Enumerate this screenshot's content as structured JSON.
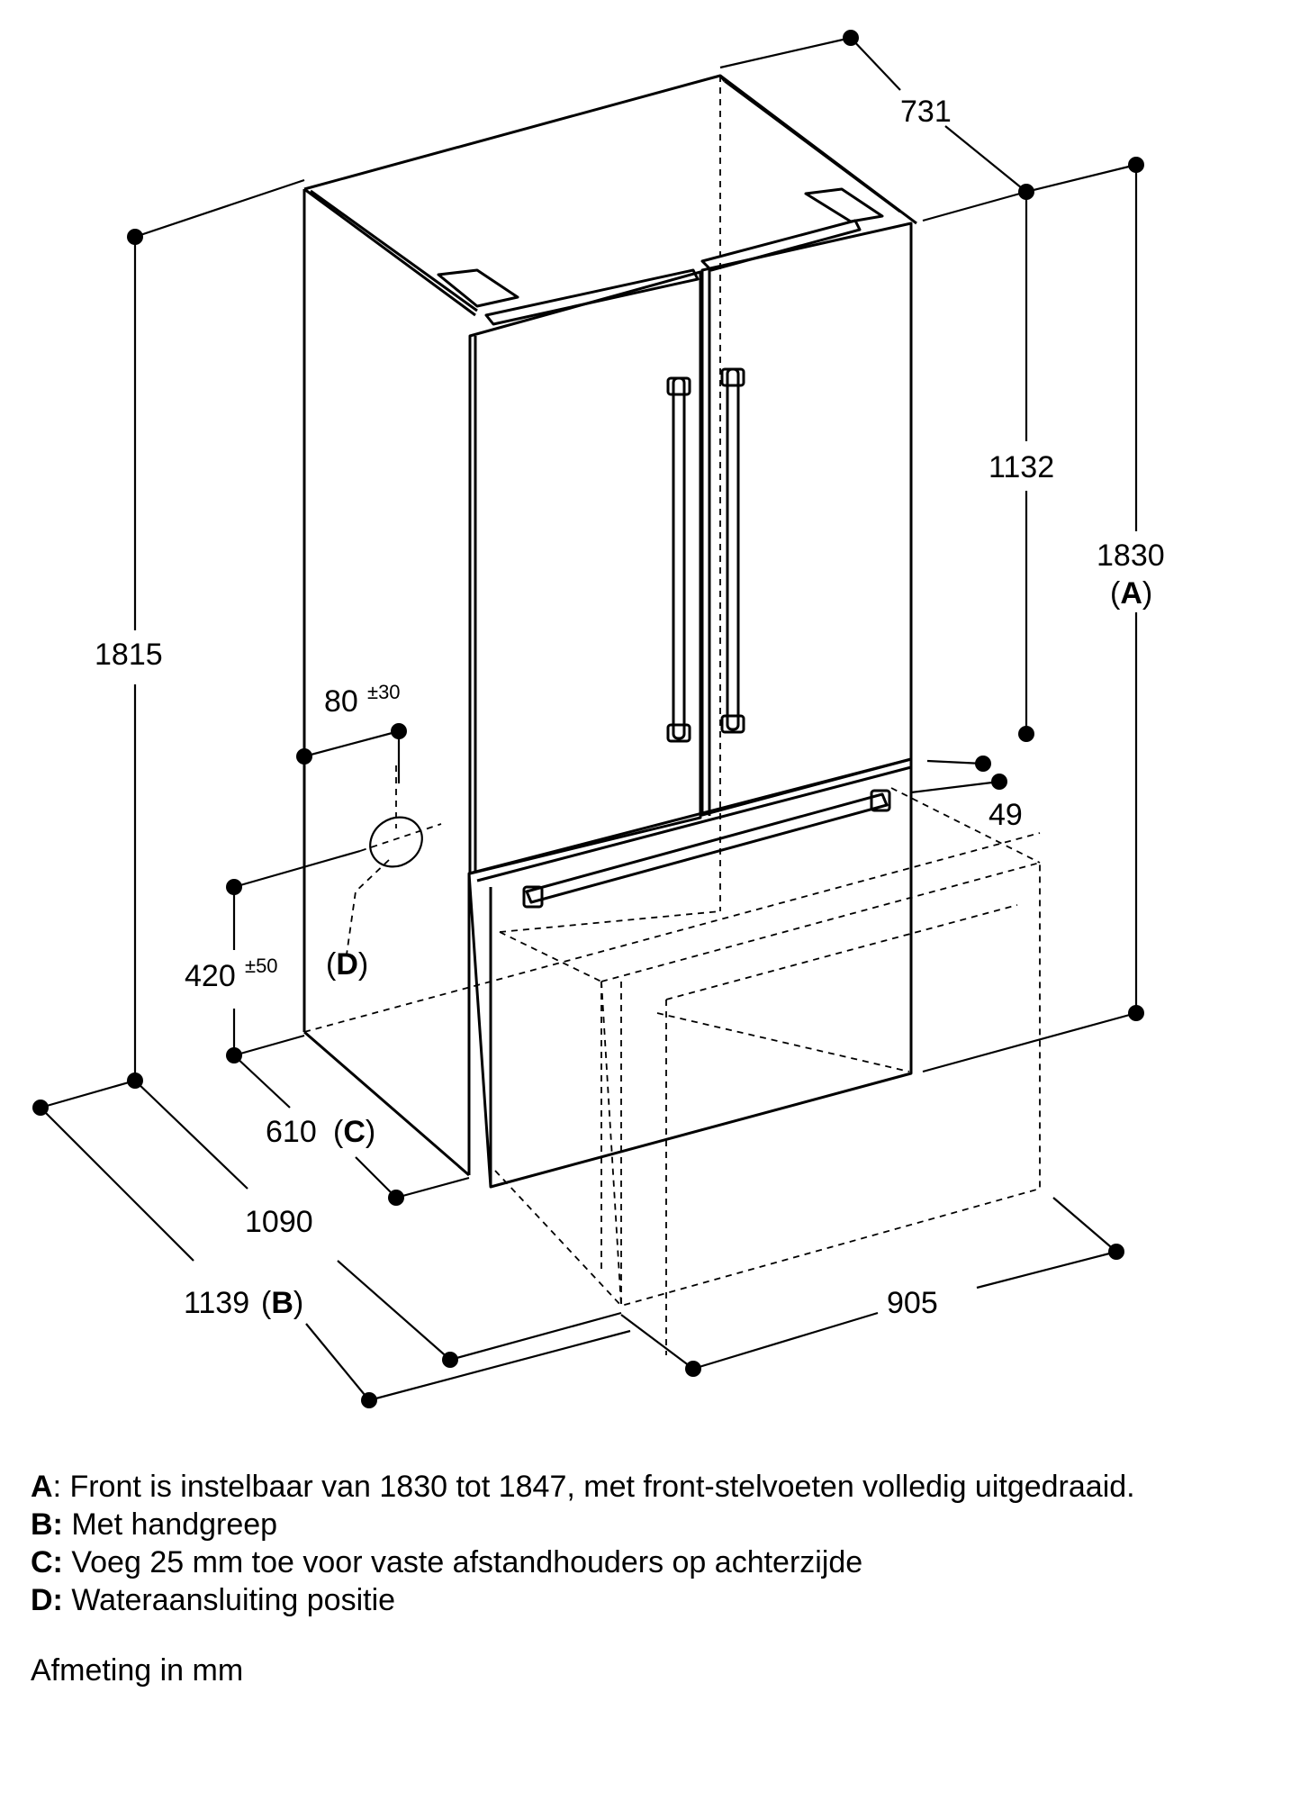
{
  "dimensions": {
    "depth_top": "731",
    "height_left": "1815",
    "height_fridge_doors": "1132",
    "height_front": "1830",
    "height_front_key": "(A)",
    "water_offset_side": "80",
    "water_offset_side_tol": "±30",
    "water_height": "420",
    "water_height_tol": "±50",
    "water_label": "(D)",
    "drawer_gap": "49",
    "depth_body": "610",
    "depth_body_key": "(C)",
    "depth_doors": "1090",
    "depth_handle": "1139",
    "depth_handle_key": "(B)",
    "width": "905"
  },
  "notes": [
    {
      "key": "A",
      "sep": ":",
      "text": " Front is instelbaar van 1830 tot 1847, met front-stelvoeten volledig uitgedraaid."
    },
    {
      "key": "B:",
      "sep": "",
      "text": " Met handgreep"
    },
    {
      "key": "C:",
      "sep": "",
      "text": " Voeg 25 mm toe voor vaste afstandhouders op achterzijde"
    },
    {
      "key": "D:",
      "sep": "",
      "text": " Wateraansluiting positie"
    }
  ],
  "unit_note": "Afmeting in mm"
}
